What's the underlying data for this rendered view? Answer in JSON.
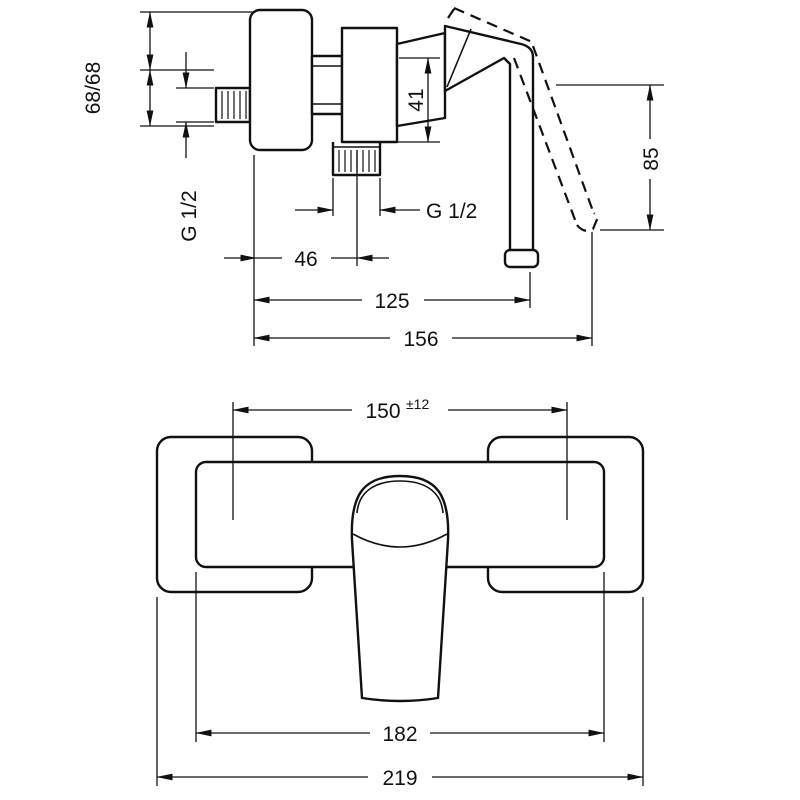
{
  "page": {
    "background_color": "#ffffff",
    "line_color": "#111111"
  },
  "drawing": {
    "side_view": {
      "dim_plate_heights": "68/68",
      "dim_inlet_thread": "G 1/2",
      "dim_outlet_drop": "41",
      "dim_outlet_thread": "G 1/2",
      "dim_outlet_offset": "46",
      "dim_depth_body": "125",
      "dim_depth_total": "156",
      "dim_handle_swing": "85"
    },
    "front_view": {
      "dim_connection_spacing": "150",
      "dim_connection_tolerance": "±12",
      "dim_body_width": "182",
      "dim_total_width": "219"
    }
  }
}
